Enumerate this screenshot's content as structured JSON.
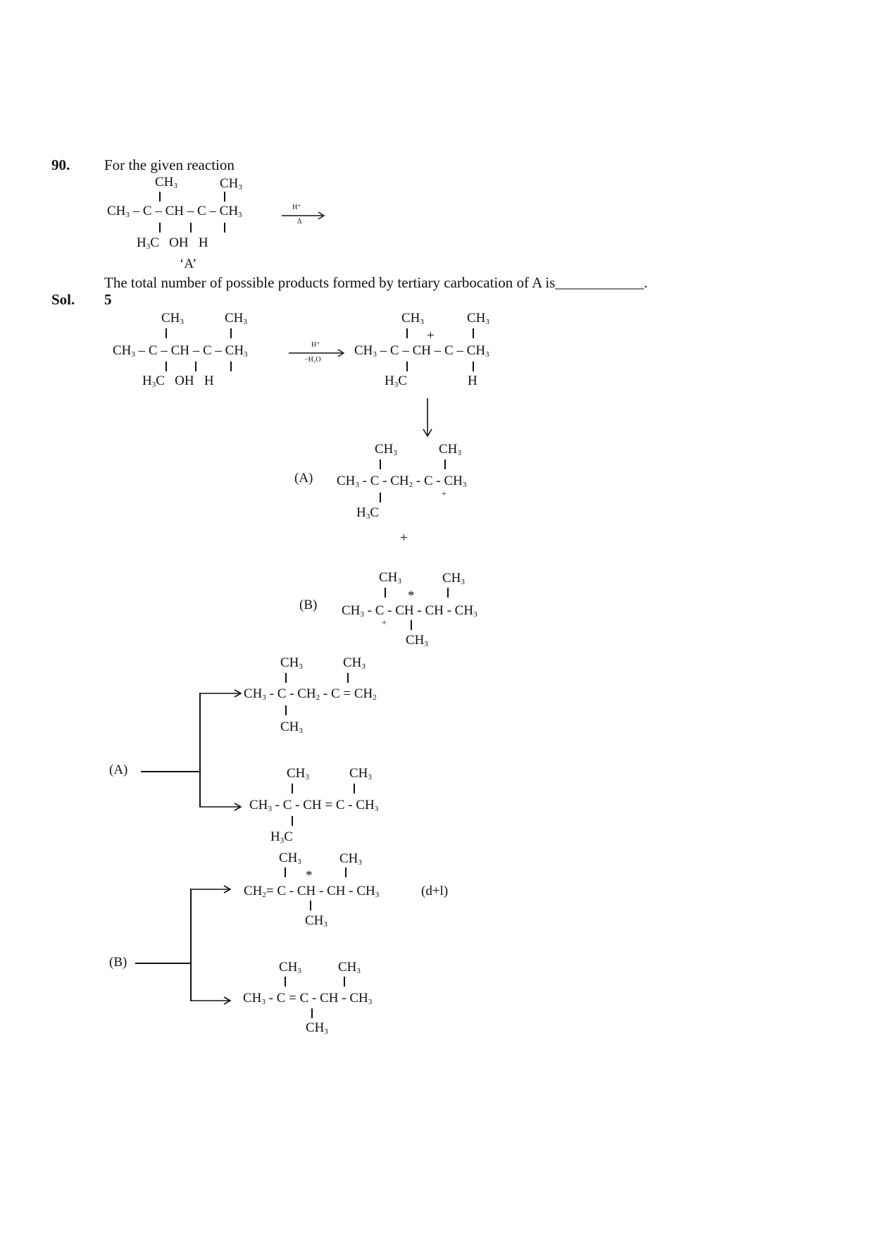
{
  "question": {
    "number": "90.",
    "intro": "For the given reaction",
    "text": "The total number of possible products formed by tertiary carbocation of A is",
    "blank": "____________",
    "end": "."
  },
  "reactant": {
    "label": "‘A’",
    "reagent_top": "H⁺",
    "reagent_bottom": "Δ"
  },
  "solution": {
    "label": "Sol.",
    "answer": "5",
    "step1_reagent_top": "H⁺",
    "step1_reagent_bottom": "−H₂O",
    "intermediate_A_label": "(A)",
    "intermediate_B_label": "(B)",
    "plus": "+",
    "branch_A_label": "(A)",
    "branch_B_label": "(B)",
    "chirality_note": "(d+l)",
    "star": "*"
  }
}
